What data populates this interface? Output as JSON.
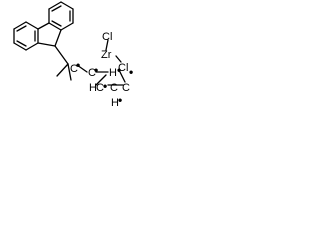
{
  "structure": {
    "atoms": {
      "zr": "Zr",
      "cl_top": "Cl",
      "cl_right": "Cl",
      "c_bridge": "C",
      "c_ring_1": "C",
      "c_ring_2": "C",
      "c_ring_3": "C",
      "c_ring_4": "C",
      "h_1": "H",
      "h_2": "H",
      "h_3": "H",
      "radical_dot": "•"
    }
  }
}
